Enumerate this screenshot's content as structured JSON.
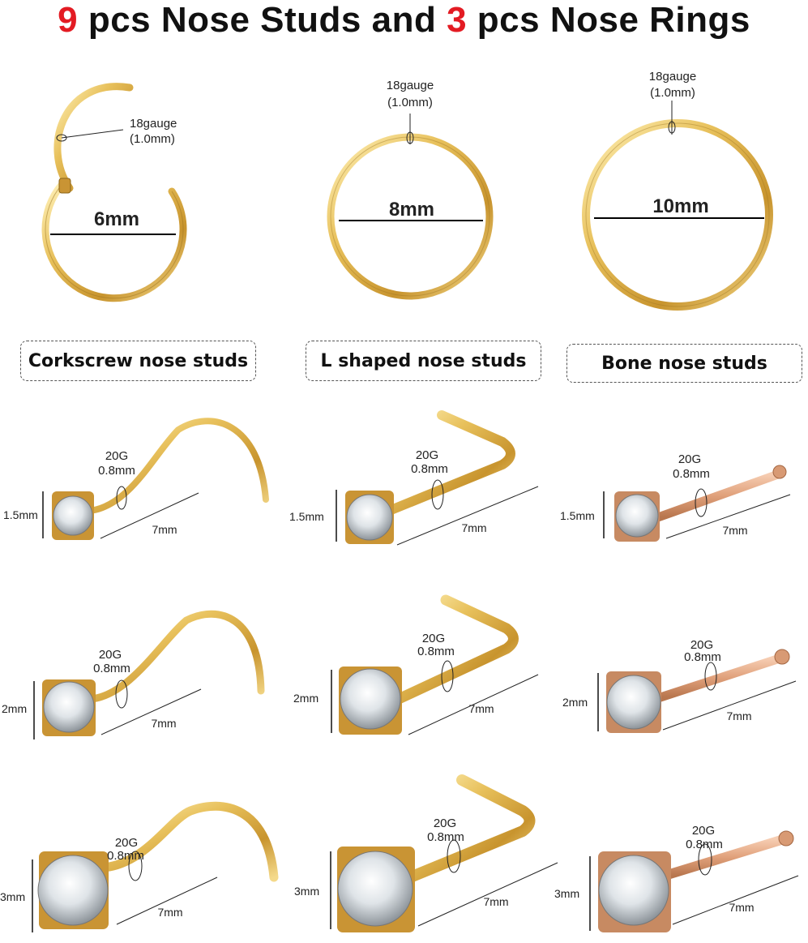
{
  "title": {
    "n1": "9",
    "p1": " pcs Nose Studs and ",
    "n2": "3",
    "p2": " pcs Nose Rings",
    "num_color": "#e31b23"
  },
  "rings": [
    {
      "size": "6mm",
      "gauge": "18gauge",
      "gauge_mm": "(1.0mm)",
      "style": "hinged-open"
    },
    {
      "size": "8mm",
      "gauge": "18gauge",
      "gauge_mm": "(1.0mm)",
      "style": "closed"
    },
    {
      "size": "10mm",
      "gauge": "18gauge",
      "gauge_mm": "(1.0mm)",
      "style": "closed"
    }
  ],
  "categories": [
    "Corkscrew nose studs",
    "L shaped nose studs",
    "Bone nose studs"
  ],
  "studs": {
    "gauge": "20G",
    "gauge_mm": "0.8mm",
    "length": "7mm",
    "sizes": [
      "1.5mm",
      "2mm",
      "3mm"
    ]
  },
  "colors": {
    "gold": "#e0b650",
    "gold_dark": "#a87d22",
    "rose": "#e2a47e",
    "rose_dark": "#a96a46",
    "stone": "#e9edf0"
  }
}
